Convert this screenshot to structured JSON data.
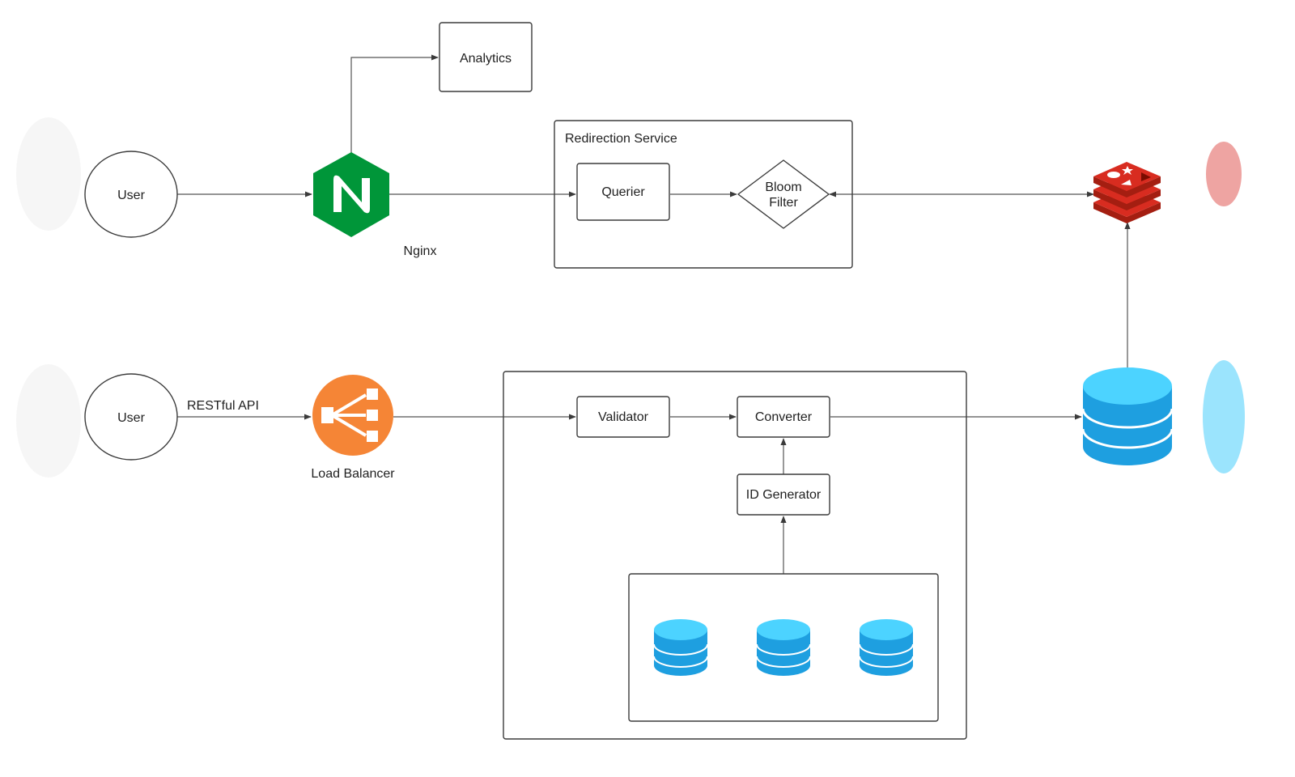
{
  "nodes": {
    "user_top": "User",
    "user_bottom": "User",
    "nginx": "Nginx",
    "analytics": "Analytics",
    "redirection_service": "Redirection Service",
    "querier": "Querier",
    "bloom_filter_line1": "Bloom",
    "bloom_filter_line2": "Filter",
    "load_balancer": "Load Balancer",
    "validator": "Validator",
    "converter": "Converter",
    "id_generator": "ID Generator"
  },
  "edges": {
    "restful_api": "RESTful API"
  },
  "icons": {
    "nginx": "nginx-logo-icon",
    "load_balancer": "load-balancer-icon",
    "cache": "redis-icon",
    "database": "database-icon",
    "shard_database": "database-icon"
  },
  "colors": {
    "nginx_green": "#009639",
    "load_balancer_orange": "#F58536",
    "redis_red": "#D82C20",
    "database_blue_top": "#4CD3FF",
    "database_blue_body": "#1E9FE0"
  }
}
